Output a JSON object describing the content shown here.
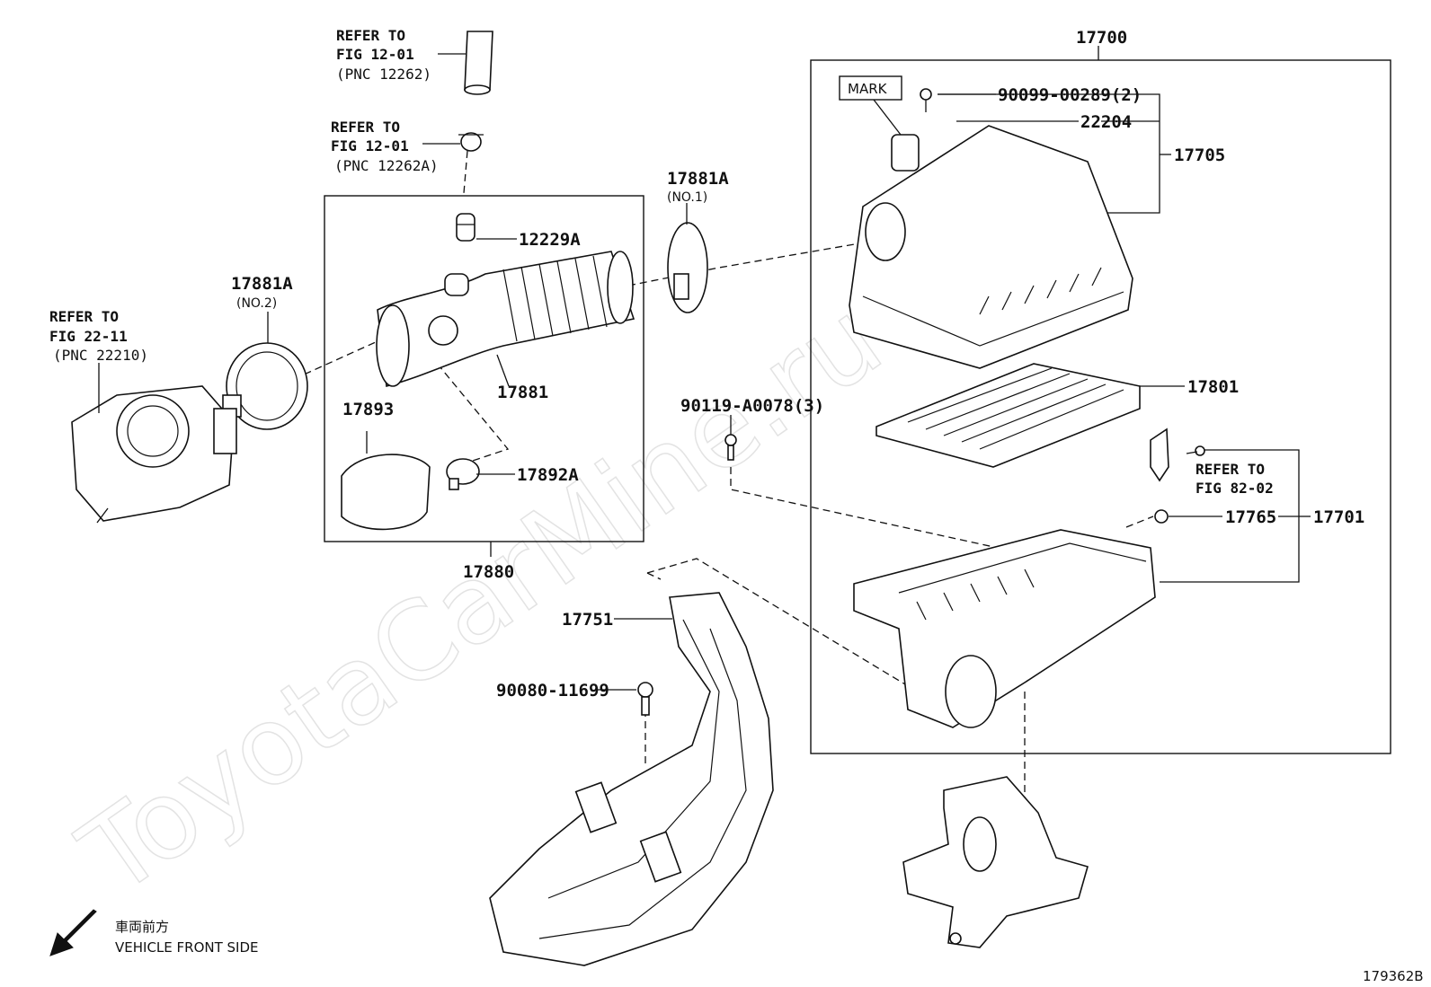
{
  "watermark": "ToyotaCarMine.ru",
  "figure_code": "179362B",
  "orientation": {
    "icon": "arrow-down-left-icon",
    "label_jp": "車両前方",
    "label_en": "VEHICLE FRONT SIDE"
  },
  "refs": {
    "ref_12262": [
      "REFER TO",
      "FIG 12-01",
      "(PNC 12262)"
    ],
    "ref_12262a": [
      "REFER TO",
      "FIG 12-01",
      "(PNC 12262A)"
    ],
    "ref_22210": [
      "REFER TO",
      "FIG 22-11",
      "(PNC 22210)"
    ],
    "ref_82_02": [
      "REFER TO",
      "FIG 82-02"
    ]
  },
  "parts": {
    "p17700": "17700",
    "p17705": "17705",
    "p90099": "90099-00289(2)",
    "p22204": "22204",
    "mark": "MARK",
    "p17801": "17801",
    "p17765": "17765",
    "p17701": "17701",
    "p17881a_1": "17881A",
    "p17881a_1_sub": "(NO.1)",
    "p17881a_2": "17881A",
    "p17881a_2_sub": "(NO.2)",
    "p12229a": "12229A",
    "p17881": "17881",
    "p17893": "17893",
    "p17892a": "17892A",
    "p17880": "17880",
    "p90119": "90119-A0078(3)",
    "p17751": "17751",
    "p90080": "90080-11699"
  }
}
